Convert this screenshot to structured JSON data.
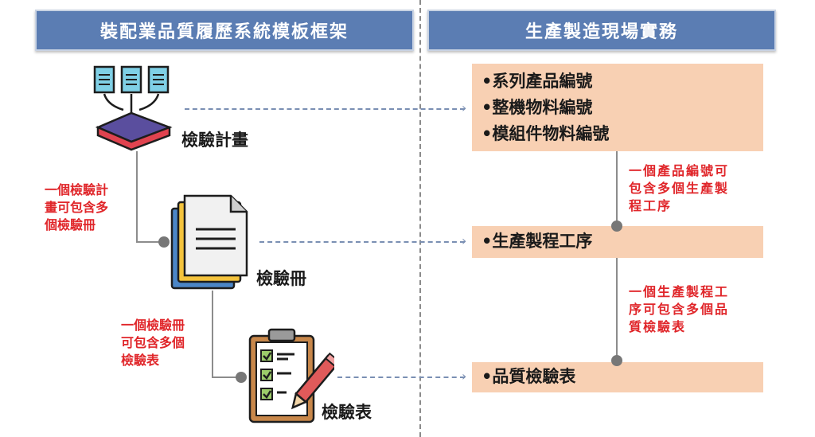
{
  "headers": {
    "left": "裝配業品質履歷系統模板框架",
    "right": "生產製造現場實務"
  },
  "left_nodes": {
    "plan": "檢驗計畫",
    "booklet": "檢驗冊",
    "form": "檢驗表"
  },
  "left_notes": {
    "plan_to_booklet": "一個檢驗計\n畫可包含多\n個檢驗冊",
    "booklet_to_form": "一個檢驗冊\n可包含多個\n檢驗表"
  },
  "right_panels": {
    "plan_items": [
      "•系列產品編號",
      "•整機物料編號",
      "•模組件物料編號"
    ],
    "process": "•生產製程工序",
    "form": "•品質檢驗表"
  },
  "right_notes": {
    "product_to_process": "一個產品編號可\n包含多個生產製\n程工序",
    "process_to_form": "一個生產製程工\n序可包含多個品\n質檢驗表"
  },
  "colors": {
    "header_bg": "#5b7db3",
    "panel_bg": "#f8d0b3",
    "note_red": "#e0262a",
    "connector_gray": "#8c8c8c"
  }
}
